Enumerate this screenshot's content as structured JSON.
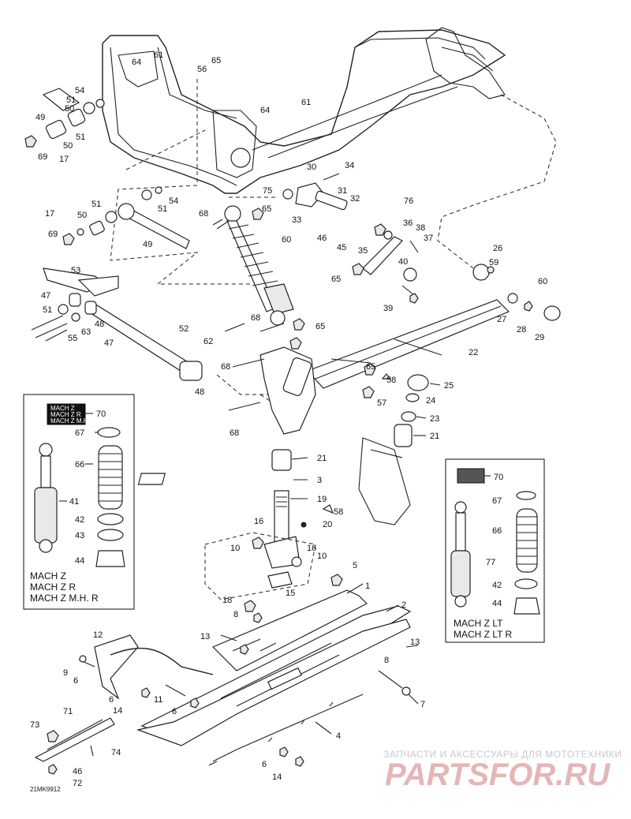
{
  "diagram": {
    "code": "21MK9912",
    "left_inset": {
      "decal_lines": [
        "MACH Z",
        "MACH Z R",
        "MACH Z M.H.R"
      ],
      "models": [
        "MACH Z",
        "MACH Z R",
        "MACH Z M.H. R"
      ]
    },
    "right_inset": {
      "models": [
        "MACH Z LT",
        "MACH Z LT R"
      ]
    },
    "callouts": [
      {
        "n": "1"
      },
      {
        "n": "2"
      },
      {
        "n": "3"
      },
      {
        "n": "4"
      },
      {
        "n": "5"
      },
      {
        "n": "6"
      },
      {
        "n": "7"
      },
      {
        "n": "8"
      },
      {
        "n": "9"
      },
      {
        "n": "10"
      },
      {
        "n": "11"
      },
      {
        "n": "12"
      },
      {
        "n": "13"
      },
      {
        "n": "14"
      },
      {
        "n": "15"
      },
      {
        "n": "16"
      },
      {
        "n": "17"
      },
      {
        "n": "18"
      },
      {
        "n": "19"
      },
      {
        "n": "20"
      },
      {
        "n": "21"
      },
      {
        "n": "22"
      },
      {
        "n": "23"
      },
      {
        "n": "24"
      },
      {
        "n": "25"
      },
      {
        "n": "26"
      },
      {
        "n": "27"
      },
      {
        "n": "28"
      },
      {
        "n": "29"
      },
      {
        "n": "30"
      },
      {
        "n": "31"
      },
      {
        "n": "32"
      },
      {
        "n": "33"
      },
      {
        "n": "34"
      },
      {
        "n": "35"
      },
      {
        "n": "36"
      },
      {
        "n": "37"
      },
      {
        "n": "38"
      },
      {
        "n": "39"
      },
      {
        "n": "40"
      },
      {
        "n": "41"
      },
      {
        "n": "42"
      },
      {
        "n": "43"
      },
      {
        "n": "44"
      },
      {
        "n": "45"
      },
      {
        "n": "46"
      },
      {
        "n": "47"
      },
      {
        "n": "48"
      },
      {
        "n": "49"
      },
      {
        "n": "50"
      },
      {
        "n": "51"
      },
      {
        "n": "52"
      },
      {
        "n": "53"
      },
      {
        "n": "54"
      },
      {
        "n": "55"
      },
      {
        "n": "56"
      },
      {
        "n": "57"
      },
      {
        "n": "58"
      },
      {
        "n": "59"
      },
      {
        "n": "60"
      },
      {
        "n": "61"
      },
      {
        "n": "62"
      },
      {
        "n": "63"
      },
      {
        "n": "64"
      },
      {
        "n": "65"
      },
      {
        "n": "66"
      },
      {
        "n": "67"
      },
      {
        "n": "68"
      },
      {
        "n": "69"
      },
      {
        "n": "70"
      },
      {
        "n": "71"
      },
      {
        "n": "72"
      },
      {
        "n": "73"
      },
      {
        "n": "74"
      },
      {
        "n": "75"
      },
      {
        "n": "76"
      },
      {
        "n": "77"
      }
    ]
  },
  "watermark": {
    "subtitle": "ЗАПЧАСТИ И АКСЕССУАРЫ ДЛЯ МОТОТЕХНИКИ",
    "brand": "PARTSFOR.RU",
    "color": "#e4b6b6"
  }
}
